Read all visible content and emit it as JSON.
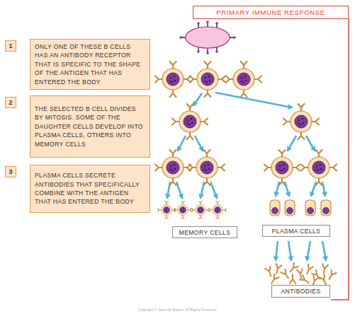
{
  "diagram": {
    "title": "PRIMARY IMMUNE RESPONSE",
    "nodes": [
      {
        "text": [
          "1"
        ]
      },
      {
        "text": [
          "ONLY ONE OF THESE B CELLS HAS AN ANTIBODY RECEPTOR THAT IS SPECIFIC TO THE SHAPE OF THE ANTIGEN THAT HAS ENTERED THE BODY"
        ]
      },
      {
        "text": [
          "2"
        ]
      },
      {
        "text": [
          "THE SELECTED B CELL DIVIDES BY MITOSIS. SOME OF THE DAUGHTER CELLS DEVELOP INTO PLASMA CELLS, OTHERS INTO MEMORY CELLS"
        ]
      },
      {
        "text": [
          "3"
        ]
      },
      {
        "text": [
          "PLASMA CELLS SECRETE ANTIBODIES THAT SPECIFICALLY COMBINE WITH THE ANTIGEN THAT HAS ENTERED THE BODY"
        ]
      },
      {
        "text": [
          "MEMORY CELLS"
        ]
      },
      {
        "text": [
          "PLASMA CELLS"
        ]
      },
      {
        "text": [
          "ANTIBODIES"
        ]
      }
    ],
    "labels": [
      "Copyright © Save My Exams. All Rights Reserved"
    ]
  }
}
